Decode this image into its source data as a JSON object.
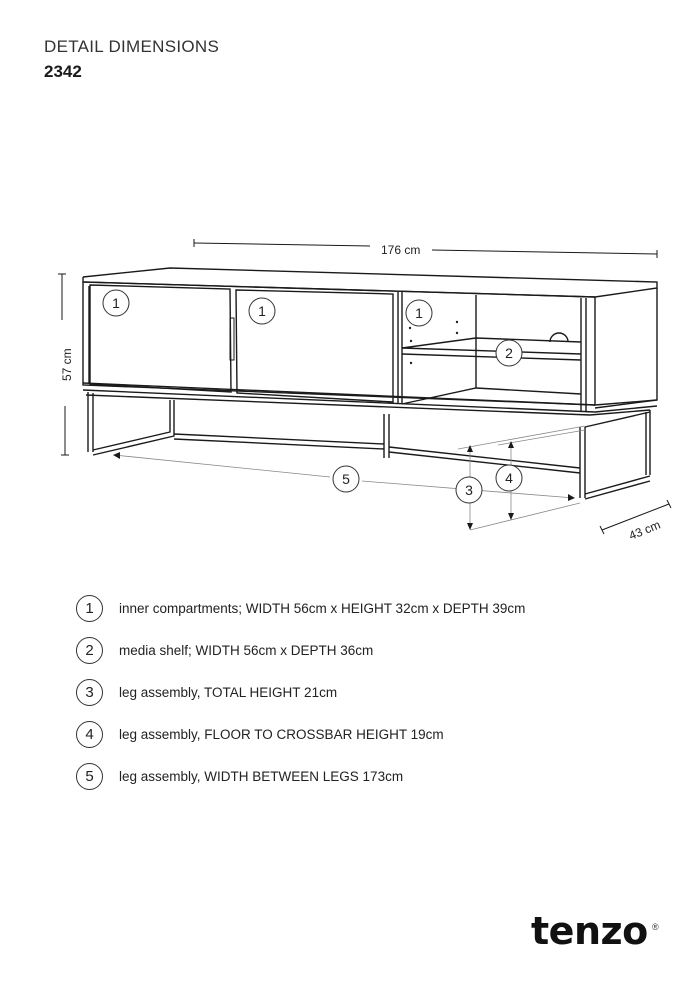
{
  "header": {
    "title": "DETAIL DIMENSIONS",
    "product_code": "2342"
  },
  "drawing": {
    "dimensions": {
      "width": "176 cm",
      "height": "57 cm",
      "depth": "43 cm"
    },
    "callouts": [
      "1",
      "1",
      "1",
      "2",
      "5",
      "3",
      "4"
    ]
  },
  "legend": {
    "items": [
      {
        "number": "1",
        "text": "inner compartments; WIDTH 56cm x HEIGHT 32cm x DEPTH 39cm"
      },
      {
        "number": "2",
        "text": "media shelf; WIDTH 56cm x DEPTH 36cm"
      },
      {
        "number": "3",
        "text": "leg assembly, TOTAL HEIGHT 21cm"
      },
      {
        "number": "4",
        "text": "leg assembly, FLOOR TO CROSSBAR HEIGHT 19cm"
      },
      {
        "number": "5",
        "text": "leg assembly, WIDTH BETWEEN LEGS 173cm"
      }
    ]
  },
  "brand": {
    "logo": "tenzo",
    "registered": "®"
  }
}
